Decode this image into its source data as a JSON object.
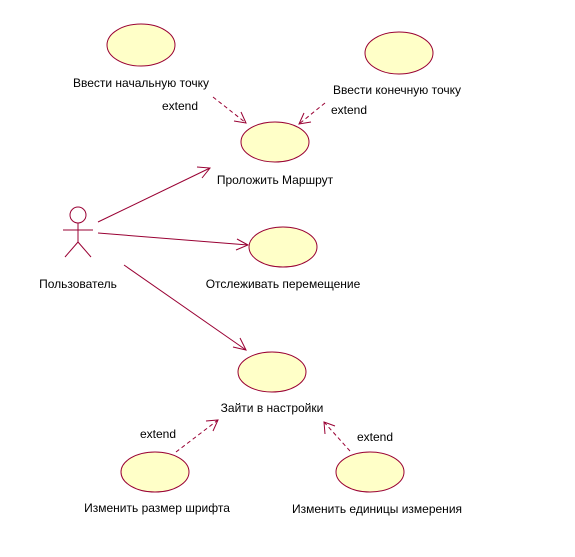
{
  "actor": {
    "name": "Пользователь"
  },
  "use_cases": [
    {
      "id": "enter-start-point",
      "label": "Ввести начальную точку"
    },
    {
      "id": "enter-end-point",
      "label": "Ввести конечную точку"
    },
    {
      "id": "plot-route",
      "label": "Проложить Маршрут"
    },
    {
      "id": "track-movement",
      "label": "Отслеживать перемещение"
    },
    {
      "id": "open-settings",
      "label": "Зайти в настройки"
    },
    {
      "id": "change-font-size",
      "label": "Изменить размер шрифта"
    },
    {
      "id": "change-units",
      "label": "Изменить единицы измерения"
    }
  ],
  "relations": [
    {
      "id": "extend-start",
      "type": "extend",
      "label": "extend",
      "from": "enter-start-point",
      "to": "plot-route"
    },
    {
      "id": "extend-end",
      "type": "extend",
      "label": "extend",
      "from": "enter-end-point",
      "to": "plot-route"
    },
    {
      "id": "extend-font",
      "type": "extend",
      "label": "extend",
      "from": "change-font-size",
      "to": "open-settings"
    },
    {
      "id": "extend-units",
      "type": "extend",
      "label": "extend",
      "from": "change-units",
      "to": "open-settings"
    },
    {
      "id": "assoc-route",
      "type": "association",
      "from": "actor",
      "to": "plot-route"
    },
    {
      "id": "assoc-track",
      "type": "association",
      "from": "actor",
      "to": "track-movement"
    },
    {
      "id": "assoc-settings",
      "type": "association",
      "from": "actor",
      "to": "open-settings"
    }
  ],
  "colors": {
    "ellipse_fill": "#ffffc8",
    "line": "#990033",
    "text": "#000000"
  }
}
